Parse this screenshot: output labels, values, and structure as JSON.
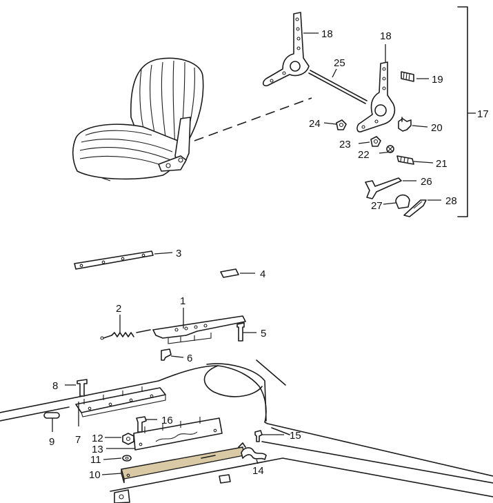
{
  "diagram": {
    "type": "exploded-parts-view",
    "callouts": [
      {
        "id": "c1",
        "label": "1"
      },
      {
        "id": "c2",
        "label": "2"
      },
      {
        "id": "c3",
        "label": "3"
      },
      {
        "id": "c4",
        "label": "4"
      },
      {
        "id": "c5",
        "label": "5"
      },
      {
        "id": "c6",
        "label": "6"
      },
      {
        "id": "c7",
        "label": "7"
      },
      {
        "id": "c8",
        "label": "8"
      },
      {
        "id": "c9",
        "label": "9"
      },
      {
        "id": "c10",
        "label": "10"
      },
      {
        "id": "c11",
        "label": "11"
      },
      {
        "id": "c12",
        "label": "12"
      },
      {
        "id": "c13",
        "label": "13"
      },
      {
        "id": "c14",
        "label": "14"
      },
      {
        "id": "c15",
        "label": "15"
      },
      {
        "id": "c16",
        "label": "16"
      },
      {
        "id": "c17",
        "label": "17"
      },
      {
        "id": "c18a",
        "label": "18"
      },
      {
        "id": "c18b",
        "label": "18"
      },
      {
        "id": "c19",
        "label": "19"
      },
      {
        "id": "c20",
        "label": "20"
      },
      {
        "id": "c21",
        "label": "21"
      },
      {
        "id": "c22",
        "label": "22"
      },
      {
        "id": "c23",
        "label": "23"
      },
      {
        "id": "c24",
        "label": "24"
      },
      {
        "id": "c25",
        "label": "25"
      },
      {
        "id": "c26",
        "label": "26"
      },
      {
        "id": "c27",
        "label": "27"
      },
      {
        "id": "c28",
        "label": "28"
      }
    ],
    "colors": {
      "line": "#1a1a1a",
      "rail": "#d9c9a4",
      "background": "#ffffff"
    }
  }
}
